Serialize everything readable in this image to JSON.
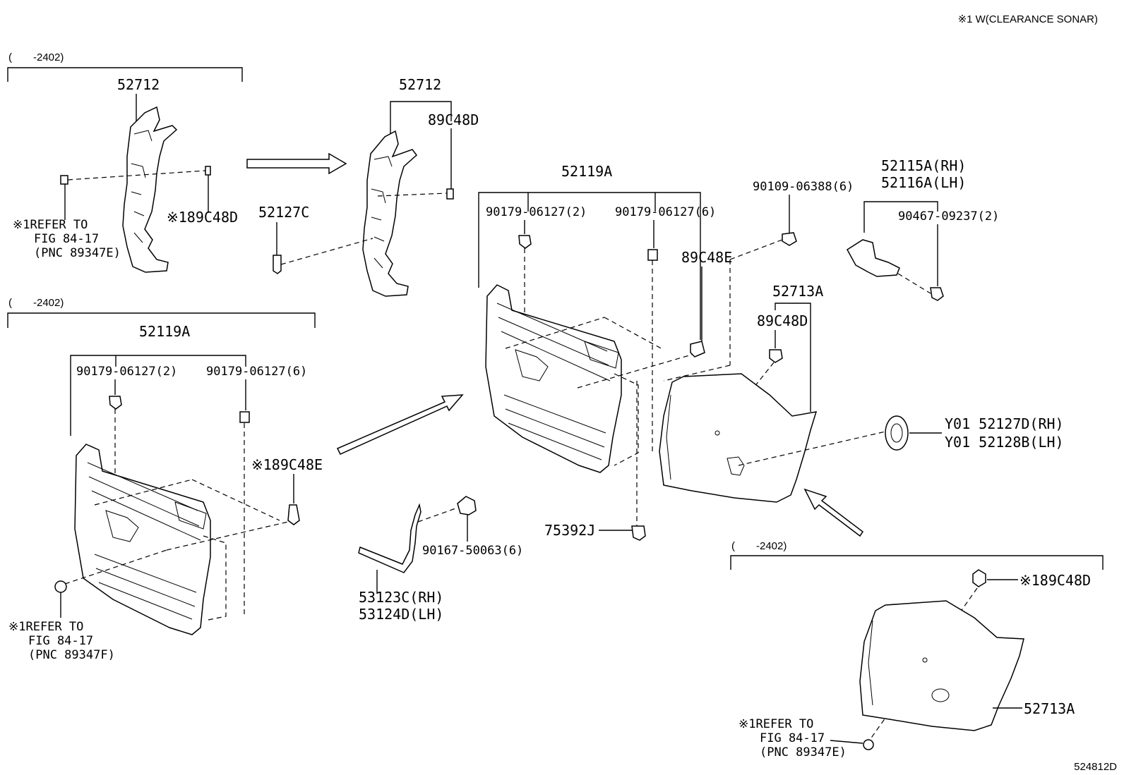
{
  "header": {
    "condition_note": "※1 W(CLEARANCE SONAR)",
    "diagram_code": "524812D"
  },
  "groups": {
    "top_left_range": "(　　-2402)",
    "mid_left_range": "(　　-2402)",
    "bottom_right_range": "(　　-2402)"
  },
  "labels": {
    "tl_52712": "52712",
    "tl_refer_1": "※1REFER TO",
    "tl_refer_2": "FIG 84-17",
    "tl_refer_3": "(PNC 89347E)",
    "tl_89c48d": "※189C48D",
    "t_52712": "52712",
    "t_89c48d": "89C48D",
    "t_52127c": "52127C",
    "c_52119a": "52119A",
    "c_90179_2": "90179-06127(2)",
    "c_90179_6": "90179-06127(6)",
    "c_89c48e": "89C48E",
    "r_90109": "90109-06388(6)",
    "r_52115a": "52115A(RH)",
    "r_52116a": "52116A(LH)",
    "r_90467": "90467-09237(2)",
    "r_52713a": "52713A",
    "r_89c48d": "89C48D",
    "r_y01_rh": "Y01 52127D(RH)",
    "r_y01_lh": "Y01 52128B(LH)",
    "ml_52119a": "52119A",
    "ml_90179_2": "90179-06127(2)",
    "ml_90179_6": "90179-06127(6)",
    "ml_89c48e": "※189C48E",
    "ml_refer_1": "※1REFER TO",
    "ml_refer_2": "FIG 84-17",
    "ml_refer_3": "(PNC 89347F)",
    "m_90167": "90167-50063(6)",
    "m_53123c": "53123C(RH)",
    "m_53124d": "53124D(LH)",
    "m_75392j": "75392J",
    "br_89c48d": "※189C48D",
    "br_52713a": "52713A",
    "br_refer_1": "※1REFER TO",
    "br_refer_2": "FIG 84-17",
    "br_refer_3": "(PNC 89347E)"
  }
}
